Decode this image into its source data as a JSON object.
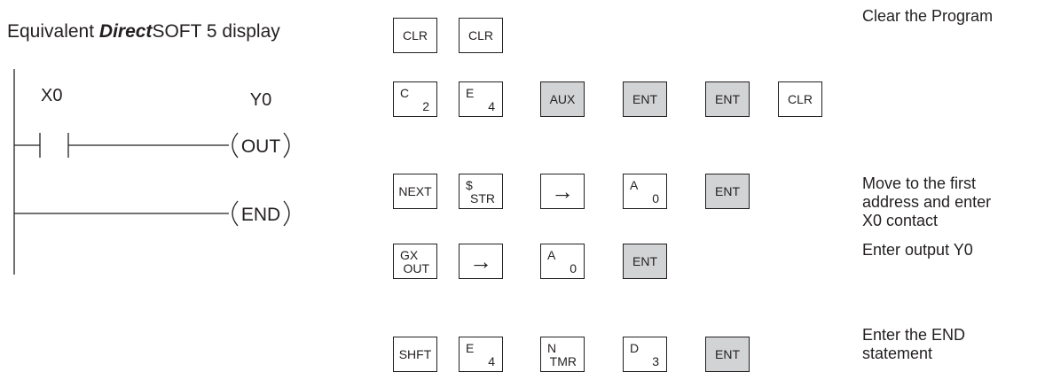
{
  "title": {
    "prefix": "Equivalent ",
    "brand": "Direct",
    "suffix": "SOFT 5 display"
  },
  "ladder": {
    "contact_label": "X0",
    "coil_label": "Y0",
    "coil_text": "OUT",
    "end_text": "END"
  },
  "descriptions": {
    "clear": "Clear the Program",
    "move": "Move to the first\naddress and enter\nX0 contact",
    "output": "Enter output Y0",
    "end": "Enter the END\nstatement"
  },
  "rows": [
    {
      "keys": [
        {
          "type": "center",
          "label": "CLR",
          "grey": false
        },
        {
          "type": "center",
          "label": "CLR",
          "grey": false
        }
      ]
    },
    {
      "keys": [
        {
          "type": "corner",
          "top": "C",
          "bottom": "2",
          "grey": false
        },
        {
          "type": "corner",
          "top": "E",
          "bottom": "4",
          "grey": false
        },
        {
          "type": "center",
          "label": "AUX",
          "grey": true
        },
        {
          "type": "center",
          "label": "ENT",
          "grey": true
        },
        {
          "type": "center",
          "label": "ENT",
          "grey": true
        },
        {
          "type": "center",
          "label": "CLR",
          "grey": false
        }
      ]
    },
    {
      "keys": [
        {
          "type": "center",
          "label": "NEXT",
          "grey": false
        },
        {
          "type": "corner",
          "top": "$",
          "bottom": "STR",
          "grey": false
        },
        {
          "type": "arrow",
          "label": "→",
          "grey": false
        },
        {
          "type": "corner",
          "top": "A",
          "bottom": "0",
          "grey": false
        },
        {
          "type": "center",
          "label": "ENT",
          "grey": true
        }
      ]
    },
    {
      "keys": [
        {
          "type": "corner",
          "top": "GX",
          "bottom": "OUT",
          "grey": false
        },
        {
          "type": "arrow",
          "label": "→",
          "grey": false
        },
        {
          "type": "corner",
          "top": "A",
          "bottom": "0",
          "grey": false
        },
        {
          "type": "center",
          "label": "ENT",
          "grey": true
        }
      ]
    },
    {
      "keys": [
        {
          "type": "center",
          "label": "SHFT",
          "grey": false
        },
        {
          "type": "corner",
          "top": "E",
          "bottom": "4",
          "grey": false
        },
        {
          "type": "corner",
          "top": "N",
          "bottom": "TMR",
          "grey": false
        },
        {
          "type": "corner",
          "top": "D",
          "bottom": "3",
          "grey": false
        },
        {
          "type": "center",
          "label": "ENT",
          "grey": true
        }
      ]
    }
  ]
}
